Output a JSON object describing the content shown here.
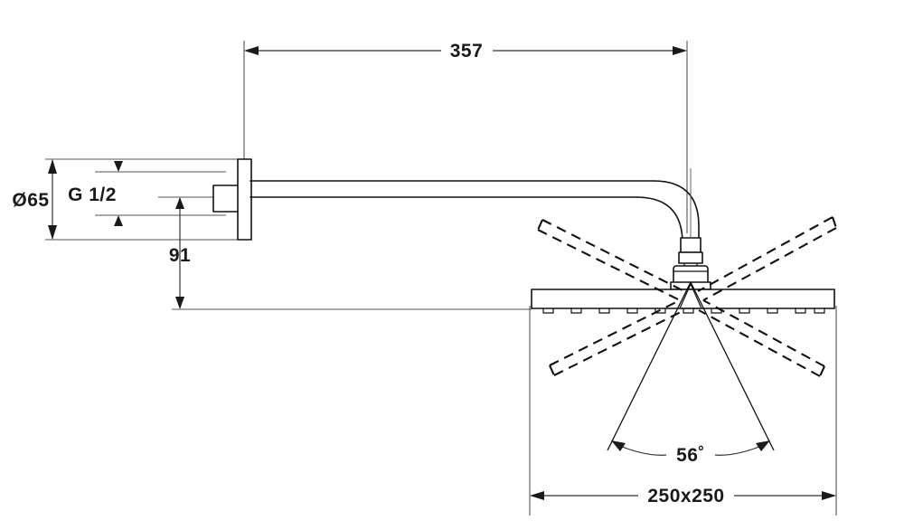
{
  "drawing": {
    "title": "Wall-mounted rain shower head technical dimension drawing",
    "product": "Shower arm with square overhead shower",
    "units": "mm",
    "background_color": "#ffffff",
    "line_color": "#111111",
    "text_color": "#1a1a1a"
  },
  "dimensions": {
    "arm_length": {
      "label": "357",
      "value": 357,
      "unit": "mm",
      "orientation": "horizontal",
      "position": "top"
    },
    "flange_diameter": {
      "label": "Ø65",
      "value": 65,
      "unit": "mm",
      "orientation": "vertical",
      "position": "left"
    },
    "thread_size": {
      "label": "G 1/2",
      "value": "G 1/2",
      "unit": "inch",
      "orientation": "vertical",
      "position": "left-inner"
    },
    "drop_height": {
      "label": "91",
      "value": 91,
      "unit": "mm",
      "orientation": "vertical",
      "position": "left-lower"
    },
    "spray_angle": {
      "label": "56˚",
      "value": 56,
      "unit": "degrees",
      "orientation": "arc",
      "position": "bottom-center"
    },
    "head_size": {
      "label": "250x250",
      "value": "250x250",
      "unit": "mm",
      "orientation": "horizontal",
      "position": "bottom"
    }
  },
  "components": {
    "wall_flange": "wall-flange-escutcheon",
    "thread_connector": "g-half-thread-connector",
    "shower_arm": "horizontal-shower-arm-pipe",
    "elbow": "ninety-degree-elbow-bend",
    "ball_joint": "adjustable-ball-joint",
    "shower_plate": "square-shower-head-plate",
    "nozzles": "spray-nozzle-row",
    "spray_rays": "dashed-spray-pattern-rays",
    "spray_cone": "spray-cone-angle-lines"
  },
  "nozzle_count": 11
}
